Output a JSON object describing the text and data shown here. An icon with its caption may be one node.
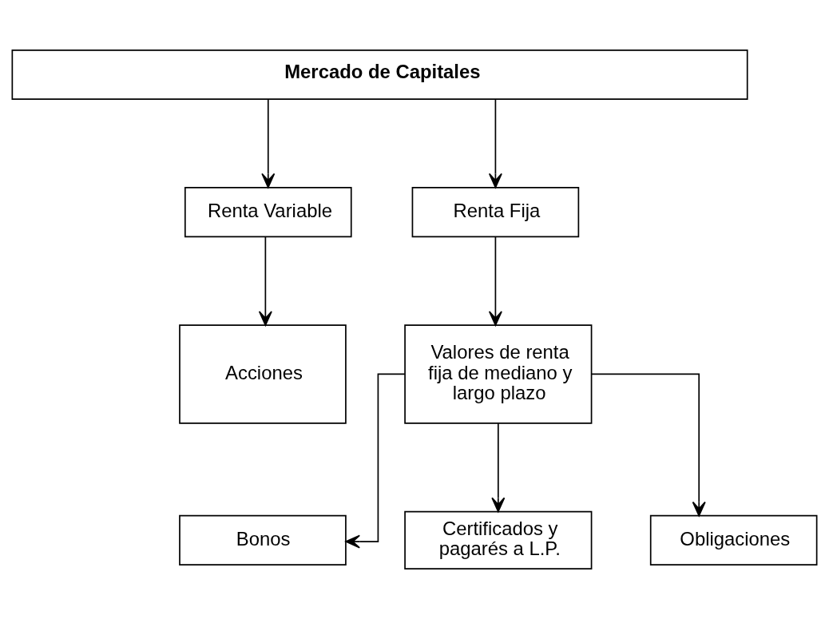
{
  "diagram": {
    "nodes": [
      {
        "text": [
          "Mercado de Capitales"
        ]
      },
      {
        "text": [
          "Renta Variable"
        ]
      },
      {
        "text": [
          "Renta Fija"
        ]
      },
      {
        "text": [
          "Acciones"
        ]
      },
      {
        "text": [
          "Valores de renta fija de mediano y largo plazo"
        ]
      },
      {
        "text": [
          "Bonos"
        ]
      },
      {
        "text": [
          "Certificados y pagarés a L.P."
        ]
      },
      {
        "text": [
          "Obligaciones"
        ]
      }
    ],
    "edges": [
      {
        "from": 0,
        "to": 1,
        "arrow": "to"
      },
      {
        "from": 0,
        "to": 2,
        "arrow": "to"
      },
      {
        "from": 1,
        "to": 3,
        "arrow": "to"
      },
      {
        "from": 2,
        "to": 4,
        "arrow": "to"
      },
      {
        "from": 4,
        "to": 5,
        "arrow": "to"
      },
      {
        "from": 4,
        "to": 6,
        "arrow": "to"
      },
      {
        "from": 4,
        "to": 7,
        "arrow": "to"
      }
    ]
  }
}
